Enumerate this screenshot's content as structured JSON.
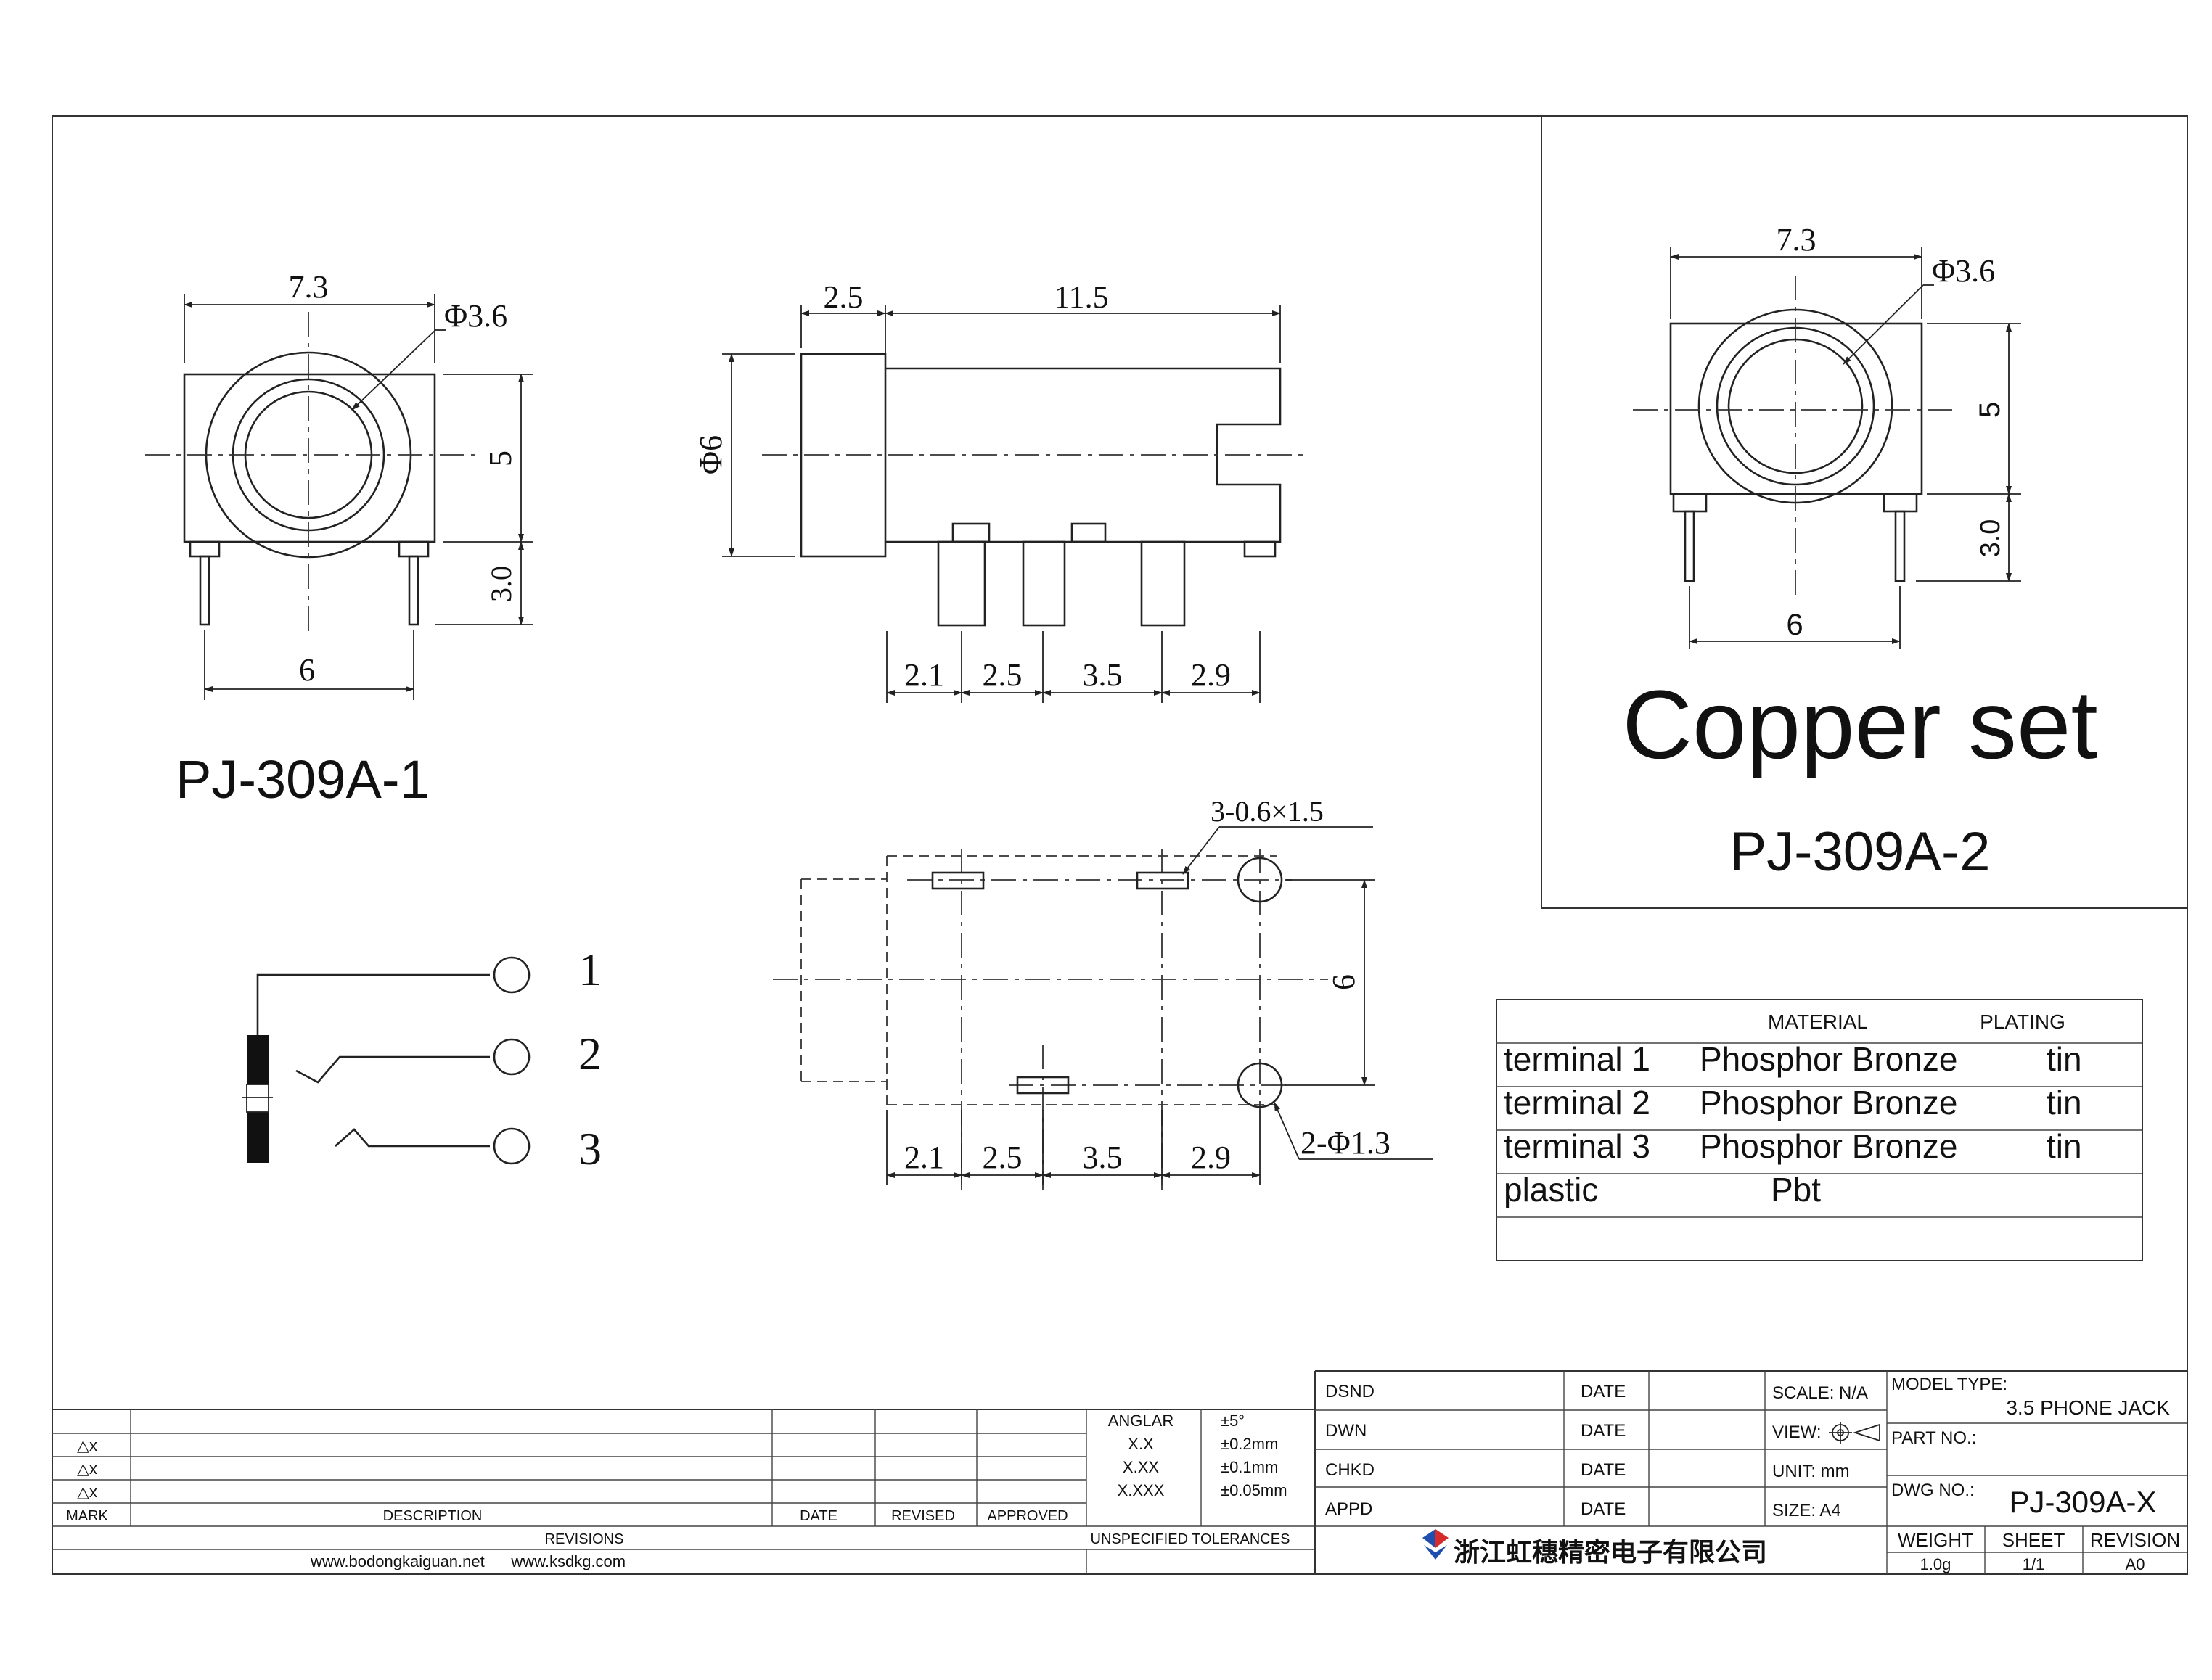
{
  "views": {
    "front_1": {
      "dim_width": "7.3",
      "dim_diameter": "Φ3.6",
      "dim_height": "5",
      "dim_pin_length": "3.0",
      "dim_pin_pitch": "6",
      "model_label": "PJ-309A-1"
    },
    "side": {
      "dim_front": "2.5",
      "dim_body": "11.5",
      "dim_diameter": "Φ6",
      "pitch": [
        "2.1",
        "2.5",
        "3.5",
        "2.9"
      ]
    },
    "footprint": {
      "dim_slots": "3-0.6×1.5",
      "dim_height": "6",
      "dim_holes": "2-Φ1.3",
      "pitch": [
        "2.1",
        "2.5",
        "3.5",
        "2.9"
      ]
    },
    "schematic": {
      "pins": [
        "1",
        "2",
        "3"
      ]
    },
    "front_2": {
      "dim_width": "7.3",
      "dim_diameter": "Φ3.6",
      "dim_height": "5",
      "dim_pin_length": "3.0",
      "dim_pin_pitch": "6",
      "title": "Copper set",
      "model_label": "PJ-309A-2"
    }
  },
  "materials": {
    "headers": [
      "MATERIAL",
      "PLATING"
    ],
    "rows": [
      {
        "part": "terminal 1",
        "material": "Phosphor Bronze",
        "plating": "tin"
      },
      {
        "part": "terminal 2",
        "material": "Phosphor Bronze",
        "plating": "tin"
      },
      {
        "part": "terminal 3",
        "material": "Phosphor Bronze",
        "plating": "tin"
      },
      {
        "part": "plastic",
        "material": "Pbt",
        "plating": ""
      }
    ]
  },
  "revisions": {
    "marks": [
      "△x",
      "△x",
      "△x"
    ],
    "mark_label": "MARK",
    "description_label": "DESCRIPTION",
    "date_label": "DATE",
    "revised_label": "REVISED",
    "approved_label": "APPROVED",
    "section_label": "REVISIONS",
    "websites": "www.bodongkaiguan.net      www.ksdkg.com"
  },
  "tolerances": {
    "rows": [
      {
        "label": "ANGLAR",
        "value": "±5°"
      },
      {
        "label": "X.X",
        "value": "±0.2mm"
      },
      {
        "label": "X.XX",
        "value": "±0.1mm"
      },
      {
        "label": "X.XXX",
        "value": "±0.05mm"
      }
    ],
    "section_label": "UNSPECIFIED TOLERANCES"
  },
  "title_block": {
    "signoffs": [
      {
        "label": "DSND",
        "date_label": "DATE"
      },
      {
        "label": "DWN",
        "date_label": "DATE"
      },
      {
        "label": "CHKD",
        "date_label": "DATE"
      },
      {
        "label": "APPD",
        "date_label": "DATE"
      }
    ],
    "scale": "SCALE: N/A",
    "view": "VIEW:",
    "unit": "UNIT: mm",
    "size": "SIZE: A4",
    "model_type_label": "MODEL TYPE:",
    "model_type": "3.5 PHONE JACK",
    "part_no_label": "PART NO.:",
    "dwg_no_label": "DWG NO.:",
    "dwg_no": "PJ-309A-X",
    "company": "浙江虹穗精密电子有限公司",
    "weight_label": "WEIGHT",
    "weight": "1.0g",
    "sheet_label": "SHEET",
    "sheet": "1/1",
    "revision_label": "REVISION",
    "revision": "A0"
  }
}
